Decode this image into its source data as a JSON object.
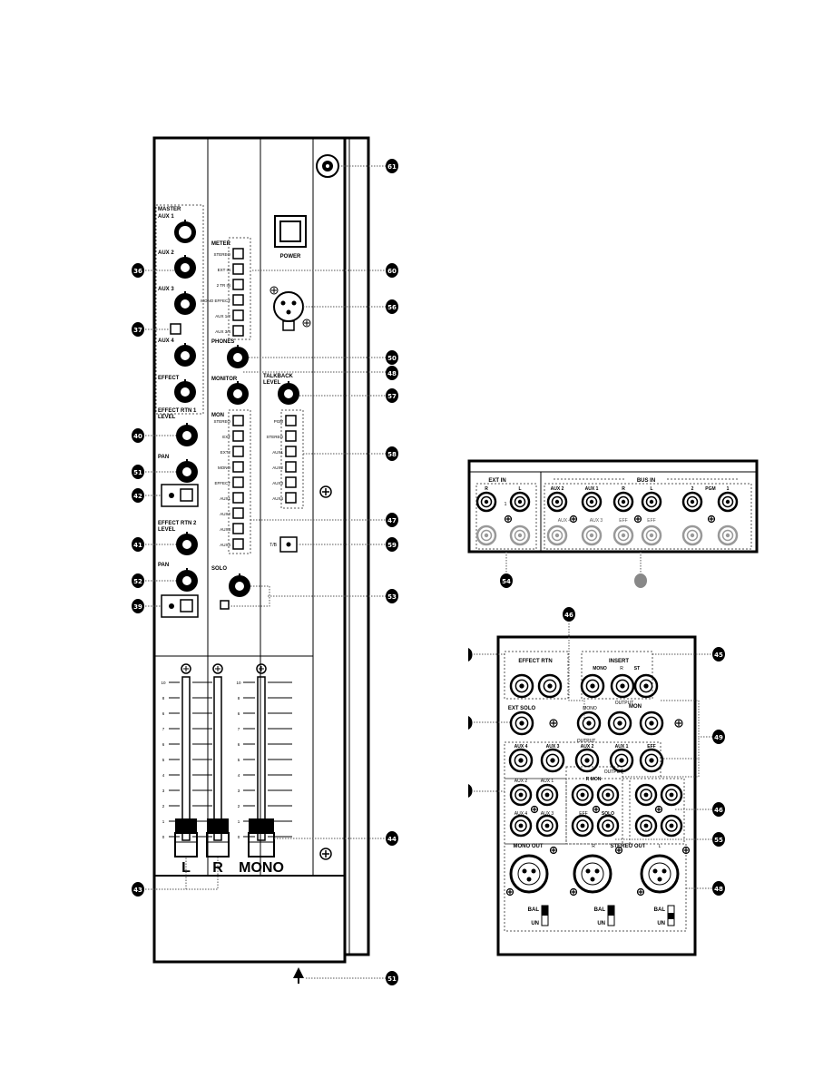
{
  "callouts": {
    "c61": "61",
    "c60": "60",
    "c56": "56",
    "c36": "36",
    "c37": "37",
    "c50": "50",
    "c48": "48",
    "c57": "57",
    "c40": "40",
    "c58": "58",
    "c51": "51",
    "c42": "42",
    "c47": "47",
    "c41": "41",
    "c59": "59",
    "c52": "52",
    "c39": "39",
    "c53": "53",
    "c44": "44",
    "c43": "43",
    "c54": "54",
    "c46": "46",
    "c45": "45",
    "c49": "49",
    "c46b": "46",
    "c55": "55",
    "c48b": "48"
  },
  "main_panel": {
    "power_label": "POWER",
    "master_label_1": "MASTER",
    "master_aux1": "AUX 1",
    "aux2": "AUX 2",
    "aux3": "AUX 3",
    "aux4": "AUX 4",
    "effect": "EFFECT",
    "meter_label": "METER",
    "meter_items": [
      "STEREO",
      "EXT IN",
      "2 TR IN",
      "MONO EFFECT",
      "AUX 1/2",
      "AUX 3/4"
    ],
    "phones": "PHONES",
    "monitor": "MONITOR",
    "talkback_label_1": "TALKBACK",
    "talkback_label_2": "LEVEL",
    "mon_label": "MON",
    "mon_items": [
      "STEREO",
      "EXT",
      "EXT2",
      "MONO",
      "EFFECT",
      "AUX1",
      "AUX2",
      "AUX3",
      "AUX4"
    ],
    "tb_items": [
      "PGM",
      "STEREO",
      "AUX1",
      "AUX2",
      "AUX3",
      "AUX4"
    ],
    "effect_rtn1_1": "EFFECT RTN 1",
    "effect_rtn1_2": "LEVEL",
    "pan1": "PAN",
    "effect_rtn2_1": "EFFECT RTN 2",
    "effect_rtn2_2": "LEVEL",
    "pan2": "PAN",
    "solo": "SOLO",
    "tb_switch": "T/B",
    "scale_left": [
      "10",
      "8",
      "6",
      "7",
      "6",
      "5",
      "4",
      "3",
      "2",
      "1",
      "0"
    ],
    "fader_L": "L",
    "fader_R": "R",
    "fader_MONO": "MONO"
  },
  "ext_panel": {
    "ext_in": "EXT IN",
    "bus_in": "BUS IN",
    "top_labels": [
      "R",
      "L",
      "AUX 2",
      "AUX 1",
      "R",
      "L",
      "2",
      "PGM",
      "1"
    ],
    "sub_labels": [
      "1",
      "AUX 4",
      "AUX 3",
      "EFF",
      "EFF"
    ]
  },
  "rear_panel": {
    "effect_rtn": "EFFECT RTN",
    "insert": "INSERT",
    "mono": "MONO",
    "insert_r": "R",
    "insert_st": "ST",
    "output": "OUTPUT",
    "ext_solo": "EXT SOLO",
    "mono2": "MONO",
    "mon": "MON",
    "output_top": "OUTPUT",
    "aux_row": [
      "AUX 4",
      "AUX 3",
      "AUX 2",
      "AUX 1",
      "EFF"
    ],
    "aux_row2": [
      "AUX 2",
      "AUX 1"
    ],
    "output2": "OUTPUT",
    "r_mon": "R  MON",
    "aux_row3": [
      "AUX 4",
      "AUX 3",
      "EFF",
      "SOLO"
    ],
    "mono_out": "MONO OUT",
    "stereo_out": "STEREO OUT",
    "r_label": "R",
    "l_label": "L",
    "bal": "BAL",
    "un": "UN"
  }
}
